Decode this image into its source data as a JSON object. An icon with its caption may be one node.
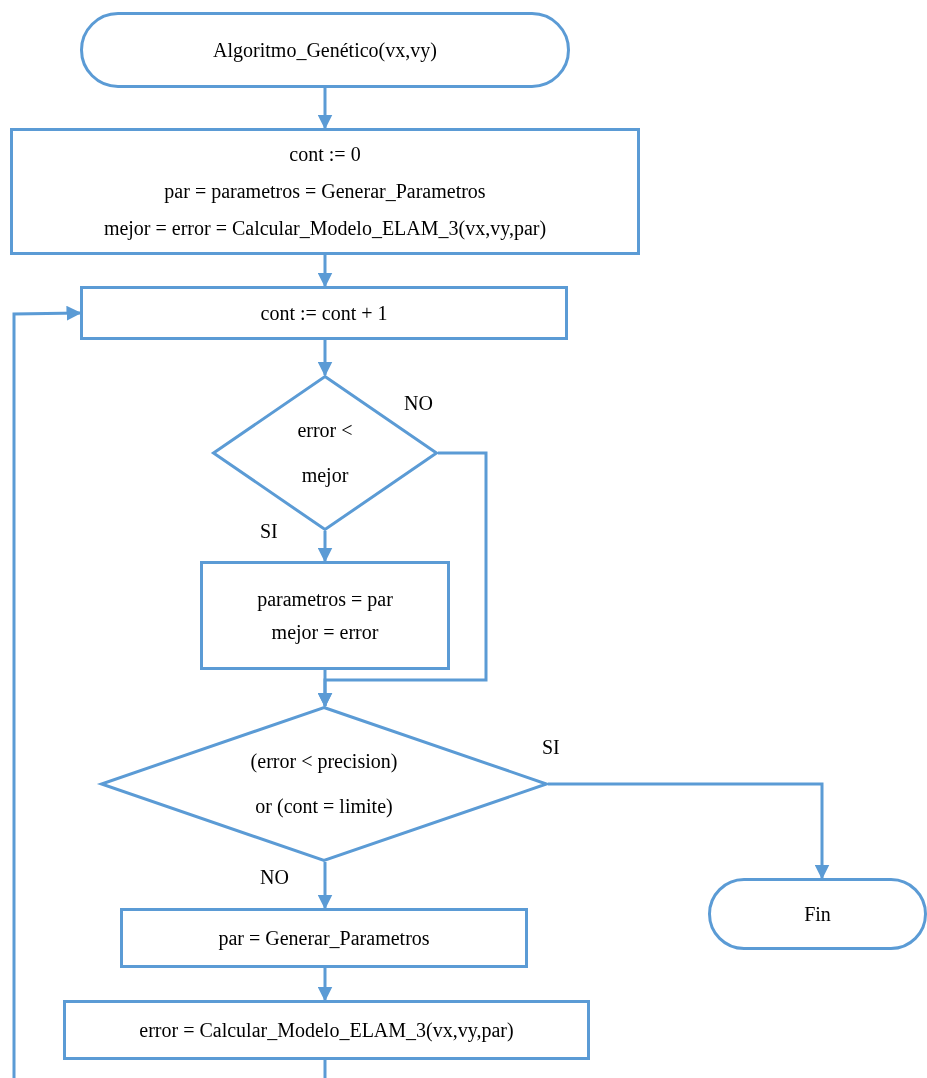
{
  "diagram": {
    "nodes": [
      {
        "text": [
          "Algoritmo_Genético(vx,vy)"
        ]
      },
      {
        "text": [
          "cont := 0",
          "par = parametros = Generar_Parametros",
          "mejor = error = Calcular_Modelo_ELAM_3(vx,vy,par)"
        ]
      },
      {
        "text": [
          "cont := cont + 1"
        ]
      },
      {
        "text": [
          "error <",
          "mejor"
        ]
      },
      {
        "text": [
          "parametros = par",
          "mejor = error"
        ]
      },
      {
        "text": [
          "(error < precision)",
          "or (cont = limite)"
        ]
      },
      {
        "text": [
          "Fin"
        ]
      },
      {
        "text": [
          "par = Generar_Parametros"
        ]
      },
      {
        "text": [
          "error = Calcular_Modelo_ELAM_3(vx,vy,par)"
        ]
      }
    ],
    "edges": [
      {
        "from": 0,
        "to": 1,
        "arrow": "to"
      },
      {
        "from": 1,
        "to": 2,
        "arrow": "to"
      },
      {
        "from": 2,
        "to": 3,
        "arrow": "to"
      },
      {
        "from": 3,
        "to": 4,
        "arrow": "to",
        "label": "SI"
      },
      {
        "from": 3,
        "to": 5,
        "arrow": "to",
        "label": "NO"
      },
      {
        "from": 4,
        "to": 5,
        "arrow": "to"
      },
      {
        "from": 5,
        "to": 6,
        "arrow": "to",
        "label": "SI"
      },
      {
        "from": 5,
        "to": 7,
        "arrow": "to",
        "label": "NO"
      },
      {
        "from": 7,
        "to": 8,
        "arrow": "to"
      },
      {
        "from": 8,
        "to": null,
        "arrow": "none"
      },
      {
        "from": null,
        "to": 2,
        "arrow": "to"
      }
    ]
  }
}
